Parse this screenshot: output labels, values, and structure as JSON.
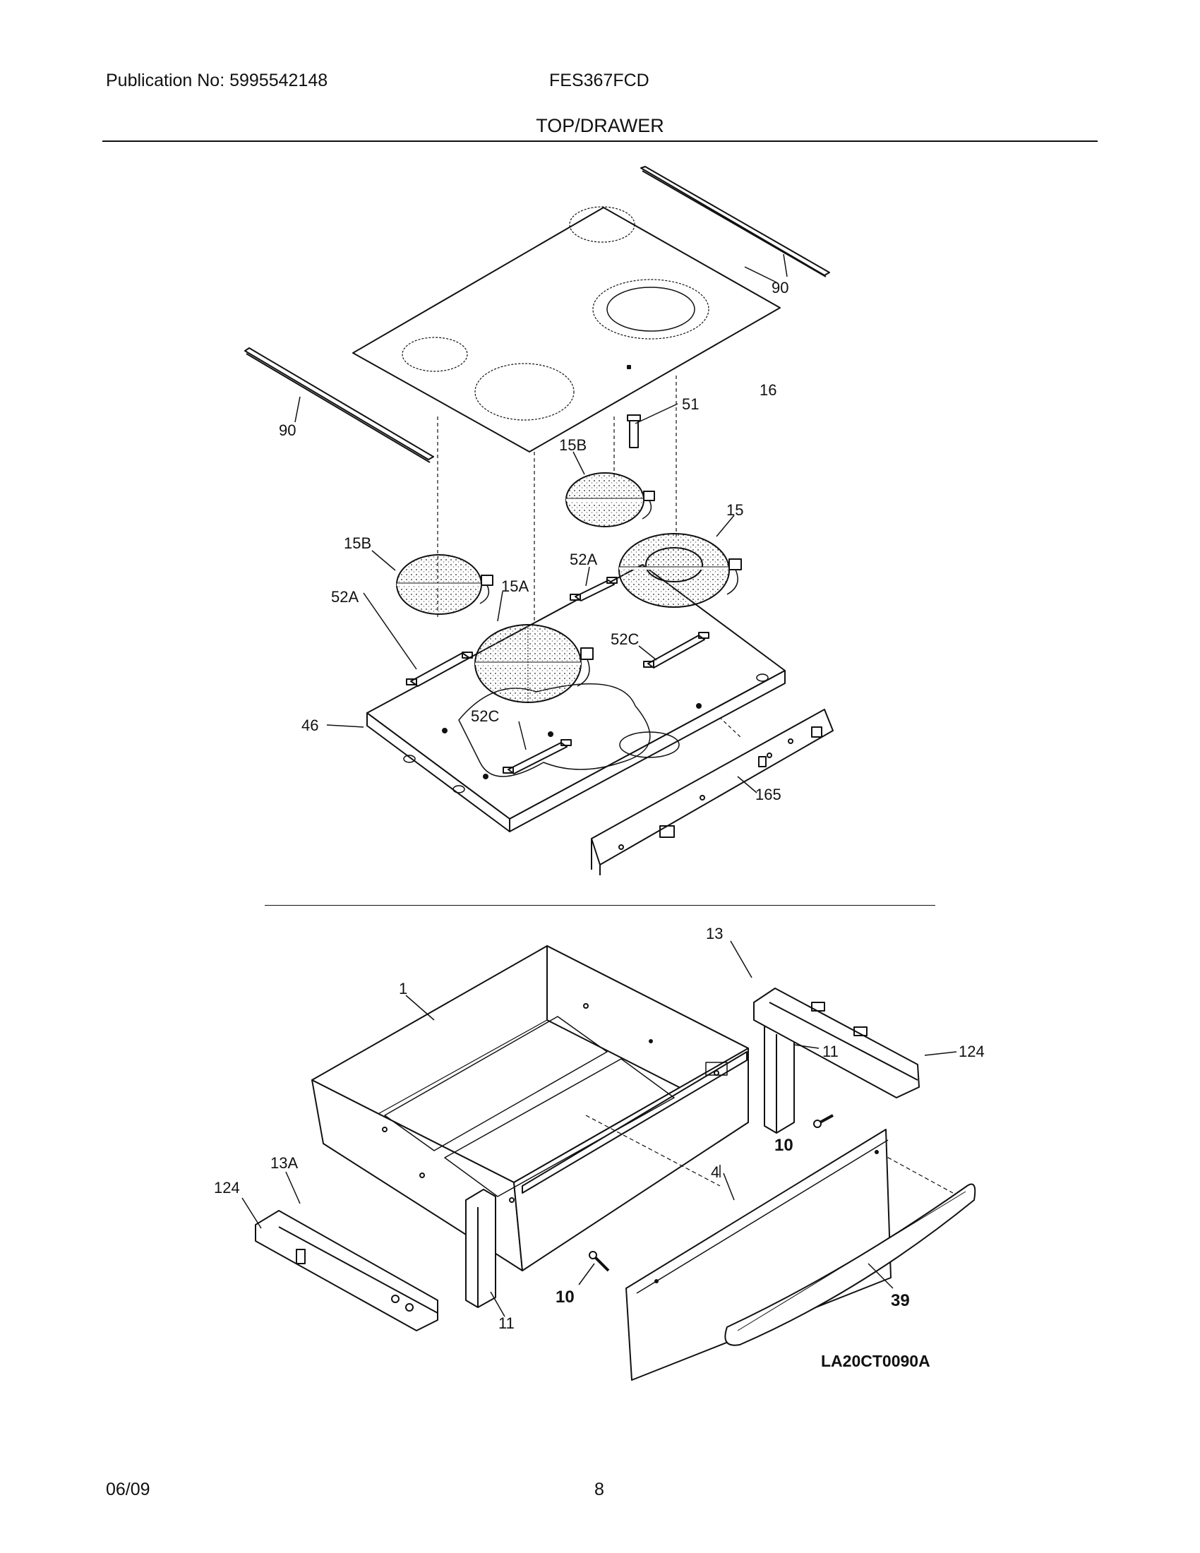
{
  "header": {
    "publication": "Publication No: 5995542148",
    "model": "FES367FCD",
    "title": "TOP/DRAWER"
  },
  "footer": {
    "date": "06/09",
    "page": "8"
  },
  "figure_code": "LA20CT0090A",
  "callouts": {
    "c90a": "90",
    "c90b": "90",
    "c16": "16",
    "c51": "51",
    "c15Ba": "15B",
    "c15": "15",
    "c15Bb": "15B",
    "c52Aa": "52A",
    "c52Ab": "52A",
    "c15A": "15A",
    "c52Ca": "52C",
    "c46": "46",
    "c52Cb": "52C",
    "c165": "165",
    "c13": "13",
    "c1": "1",
    "c124a": "124",
    "c11a": "11",
    "c10a": "10",
    "c13A": "13A",
    "c124b": "124",
    "c4": "4",
    "c10b": "10",
    "c39": "39",
    "c11b": "11"
  }
}
